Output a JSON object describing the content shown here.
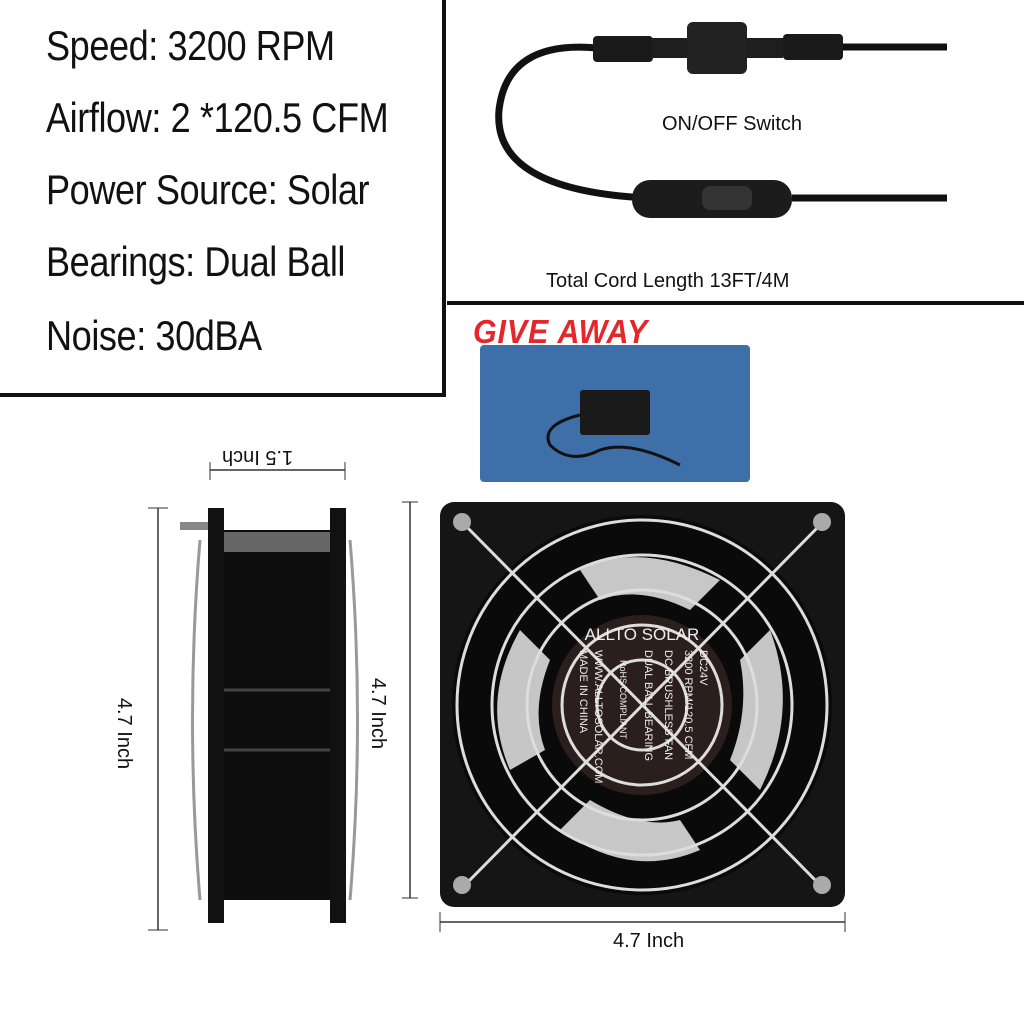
{
  "specs": [
    "Speed: 3200 RPM",
    "Airflow: 2 *120.5 CFM",
    "Power Source: Solar",
    "Bearings: Dual Ball",
    "Noise: 30dBA"
  ],
  "cord": {
    "switch_label": "ON/OFF Switch",
    "length_label": "Total Cord Length  13FT/4M"
  },
  "giveaway": {
    "label": "GIVE AWAY"
  },
  "dimensions": {
    "depth": "1.5 Inch",
    "side_height": "4.7 Inch",
    "front_height": "4.7 Inch",
    "front_width": "4.7 Inch"
  },
  "fan_label": {
    "brand": "ALLTO SOLAR",
    "lines": [
      "DC24V",
      "3200 RPM/120.5 CFM",
      "DC BRUSHLESS FAN",
      "DUAL BALL BEARING",
      "WWW.ALLTOSOLAR.COM",
      "MADE IN CHINA"
    ],
    "compliance": "RoHS COMPLIANT"
  },
  "colors": {
    "giveaway_red": "#e5262b",
    "adapter_bg": "#3f6fa9"
  }
}
